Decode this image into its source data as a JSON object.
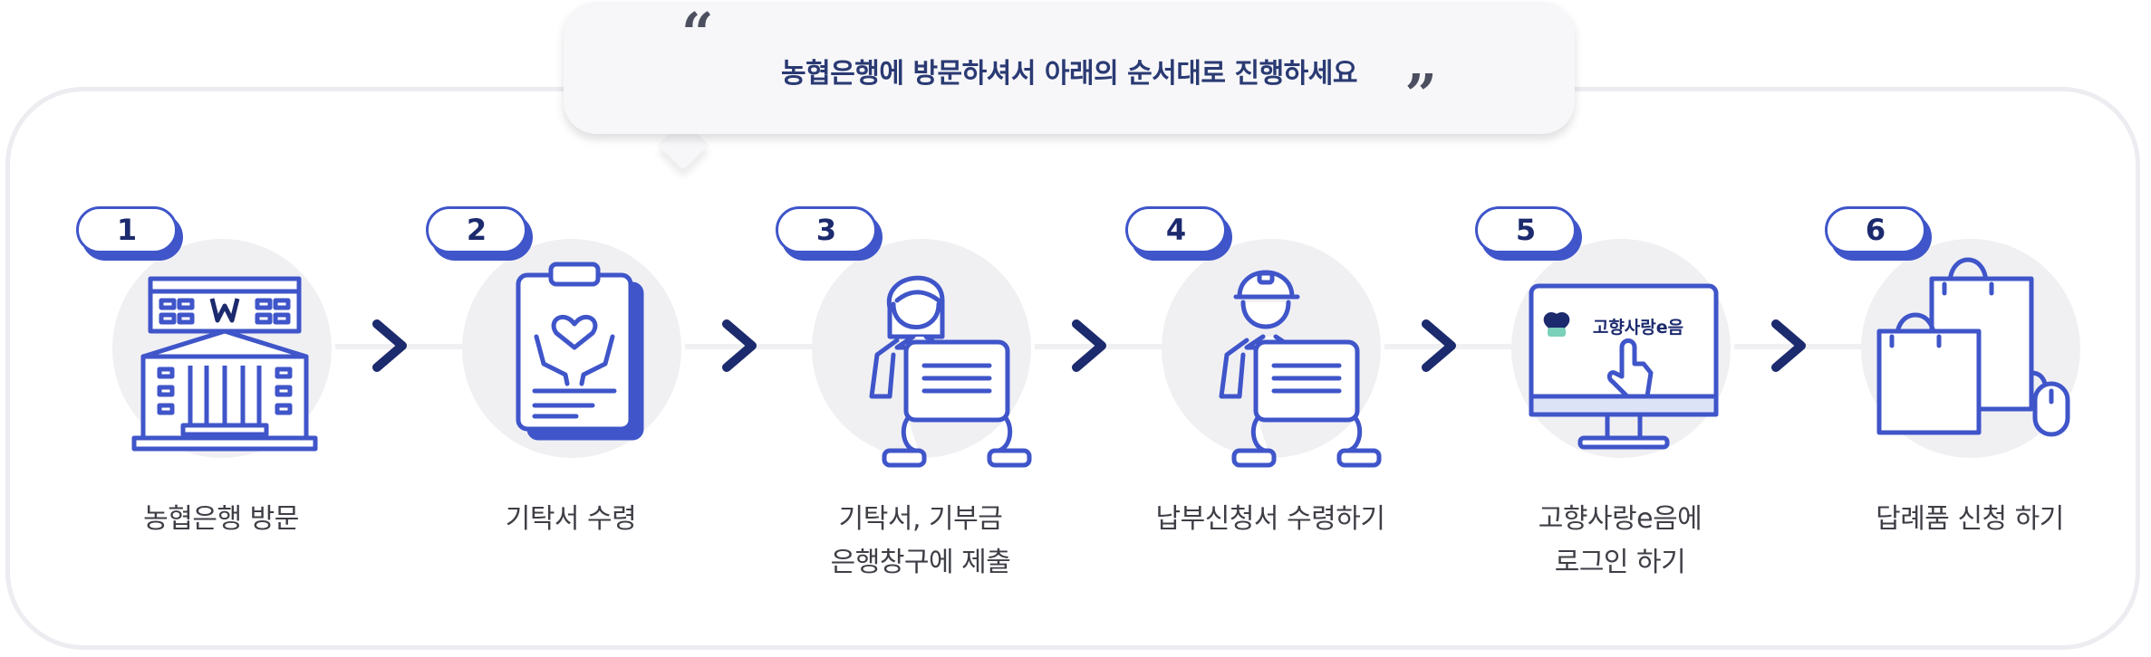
{
  "intro": {
    "message": "농협은행에 방문하셔서 아래의 순서대로 진행하세요",
    "quote_open": "“",
    "quote_close": "”"
  },
  "steps": [
    {
      "number": "1",
      "label_line1": "농협은행 방문",
      "label_line2": "",
      "icon": "bank-building-icon"
    },
    {
      "number": "2",
      "label_line1": "기탁서 수령",
      "label_line2": "",
      "icon": "donation-clipboard-icon"
    },
    {
      "number": "3",
      "label_line1": "기탁서, 기부금",
      "label_line2": "은행창구에 제출",
      "icon": "teller-with-document-icon"
    },
    {
      "number": "4",
      "label_line1": "납부신청서 수령하기",
      "label_line2": "",
      "icon": "staff-with-document-icon"
    },
    {
      "number": "5",
      "label_line1": "고향사랑e음에",
      "label_line2": "로그인 하기",
      "icon": "monitor-login-icon",
      "screen_text": "고향사랑e음"
    },
    {
      "number": "6",
      "label_line1": "답례품 신청 하기",
      "label_line2": "",
      "icon": "shopping-bags-mouse-icon"
    }
  ],
  "colors": {
    "accent": "#3f55c9",
    "navy": "#1c2a6e",
    "circle": "#f0f0f3",
    "text": "#3e3e46"
  }
}
